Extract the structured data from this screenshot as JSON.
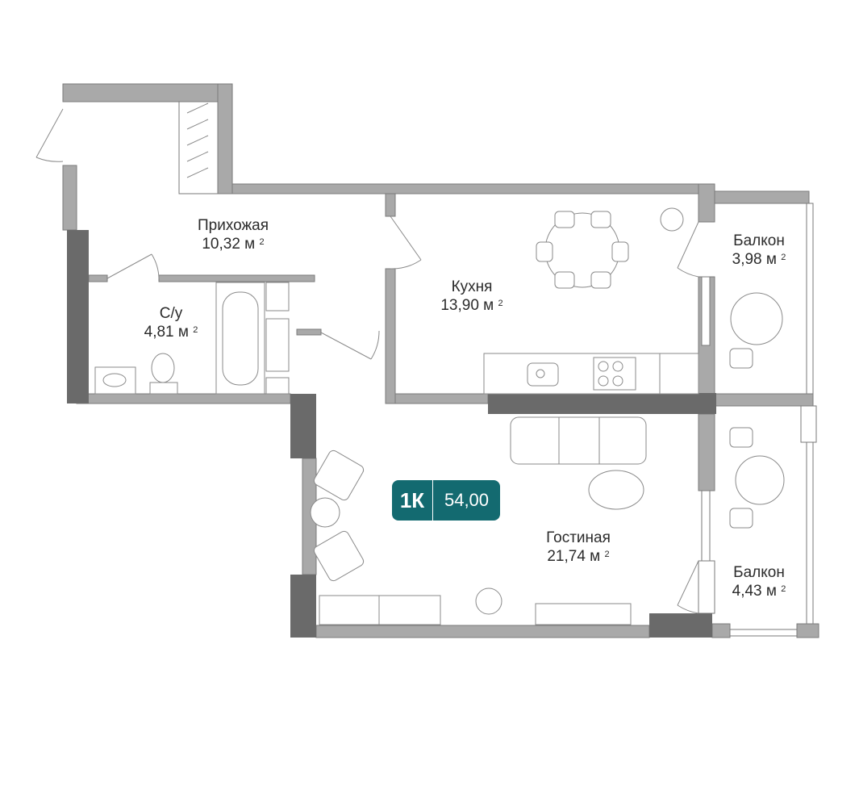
{
  "apartment": {
    "type": "1К",
    "total_area": "54,00",
    "badge_color": "#136a70"
  },
  "rooms": [
    {
      "name": "Прихожая",
      "area": "10,32 м",
      "unit_sup": "2"
    },
    {
      "name": "С/у",
      "area": "4,81 м",
      "unit_sup": "2"
    },
    {
      "name": "Кухня",
      "area": "13,90 м",
      "unit_sup": "2"
    },
    {
      "name": "Балкон",
      "area": "3,98 м",
      "unit_sup": "2"
    },
    {
      "name": "Гостиная",
      "area": "21,74 м",
      "unit_sup": "2"
    },
    {
      "name": "Балкон",
      "area": "4,43 м",
      "unit_sup": "2"
    }
  ],
  "colors": {
    "wall": "#a9a9a9",
    "wall_dark": "#6a6a6a",
    "line": "#8a8a8a"
  }
}
